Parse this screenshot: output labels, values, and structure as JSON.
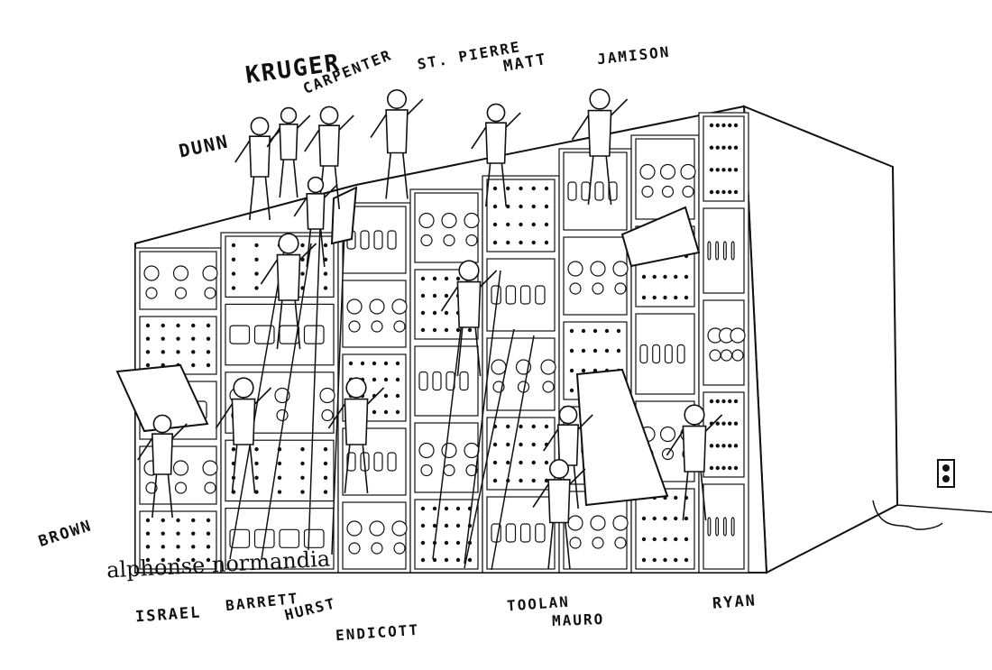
{
  "names": {
    "kruger": "KRUGER",
    "carpenter": "CARPENTER",
    "st_pierre": "ST. PIERRE",
    "matt": "MATT",
    "jamison": "JAMISON",
    "dunn": "DUNN",
    "brown": "BROWN",
    "israel": "ISRAEL",
    "barrett": "BARRETT",
    "hurst": "HURST",
    "endicott": "ENDICOTT",
    "toolan": "TOOLAN",
    "mauro": "MAURO",
    "ryan": "RYAN"
  },
  "signature": "alphonse normandia",
  "colors": {
    "ink": "#111111",
    "paper": "#ffffff"
  }
}
